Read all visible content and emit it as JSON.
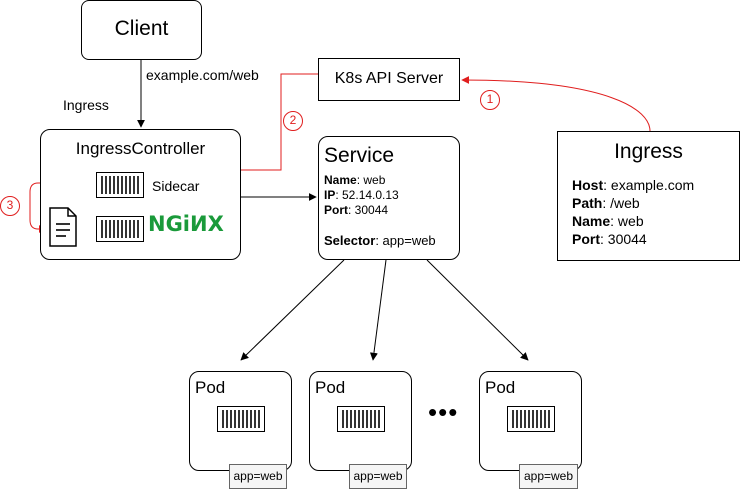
{
  "client": {
    "label": "Client"
  },
  "client_edge": {
    "host": "example.com/web",
    "ingress": "Ingress"
  },
  "k8s_api": {
    "label": "K8s API Server"
  },
  "ingress_controller": {
    "title": "IngressController",
    "sidecar_label": "Sidecar",
    "nginx_label": "NGiИX"
  },
  "service": {
    "title": "Service",
    "fields": [
      {
        "key": "Name",
        "value": ": web"
      },
      {
        "key": "IP",
        "value": ": 52.14.0.13"
      },
      {
        "key": "Port",
        "value": ": 30044"
      }
    ],
    "selector": {
      "key": "Selector",
      "value": ": app=web"
    }
  },
  "ingress": {
    "title": "Ingress",
    "fields": [
      {
        "key": "Host",
        "value": ": example.com"
      },
      {
        "key": "Path",
        "value": ": /web"
      },
      {
        "key": "Name",
        "value": ": web"
      },
      {
        "key": "Port",
        "value": ": 30044"
      }
    ]
  },
  "pods": [
    {
      "label": "Pod",
      "tag": "app=web"
    },
    {
      "label": "Pod",
      "tag": "app=web"
    },
    {
      "label": "Pod",
      "tag": "app=web"
    }
  ],
  "ellipsis": "•••",
  "steps": [
    "1",
    "2",
    "3"
  ],
  "colors": {
    "accent": "#e01e1e",
    "nginx": "#1a9a3a",
    "stroke": "#000000"
  }
}
